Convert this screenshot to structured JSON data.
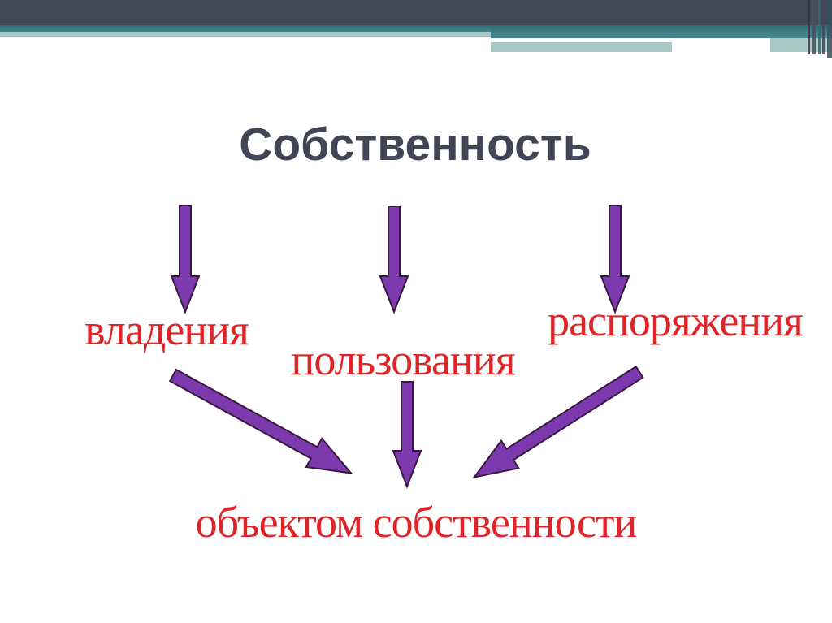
{
  "slide": {
    "title": "Собственность",
    "labels": {
      "left": "владения",
      "middle": "пользования",
      "right": "распоряжения",
      "bottom": "объектом собственности"
    },
    "colors": {
      "header_slate": "#434756",
      "header_teal": "#3C7D83",
      "header_teal_light": "#A9C7C5",
      "title_color": "#414556",
      "label_red": "#DF2428",
      "arrow_fill": "#7C3AAE",
      "arrow_stroke": "#381740"
    },
    "arrows": [
      {
        "name": "arrow-title-to-left",
        "mid": [
          228,
          319
        ],
        "len": 132,
        "angle": 0,
        "shaft": 7,
        "head_w": 17,
        "head_l": 44
      },
      {
        "name": "arrow-title-to-middle",
        "mid": [
          485,
          319
        ],
        "len": 131,
        "angle": 0,
        "shaft": 7,
        "head_w": 17,
        "head_l": 44
      },
      {
        "name": "arrow-title-to-right",
        "mid": [
          757,
          319
        ],
        "len": 132,
        "angle": 0,
        "shaft": 7,
        "head_w": 17,
        "head_l": 44
      },
      {
        "name": "arrow-left-to-object",
        "mid": [
          323,
          522
        ],
        "len": 251,
        "angle": -61.2,
        "shaft": 8,
        "head_w": 20,
        "head_l": 52
      },
      {
        "name": "arrow-middle-to-object",
        "mid": [
          501,
          535
        ],
        "len": 130,
        "angle": 0,
        "shaft": 7,
        "head_w": 17,
        "head_l": 44
      },
      {
        "name": "arrow-right-to-object",
        "mid": [
          685,
          523
        ],
        "len": 242,
        "angle": 57.5,
        "shaft": 8,
        "head_w": 20,
        "head_l": 52
      }
    ]
  }
}
